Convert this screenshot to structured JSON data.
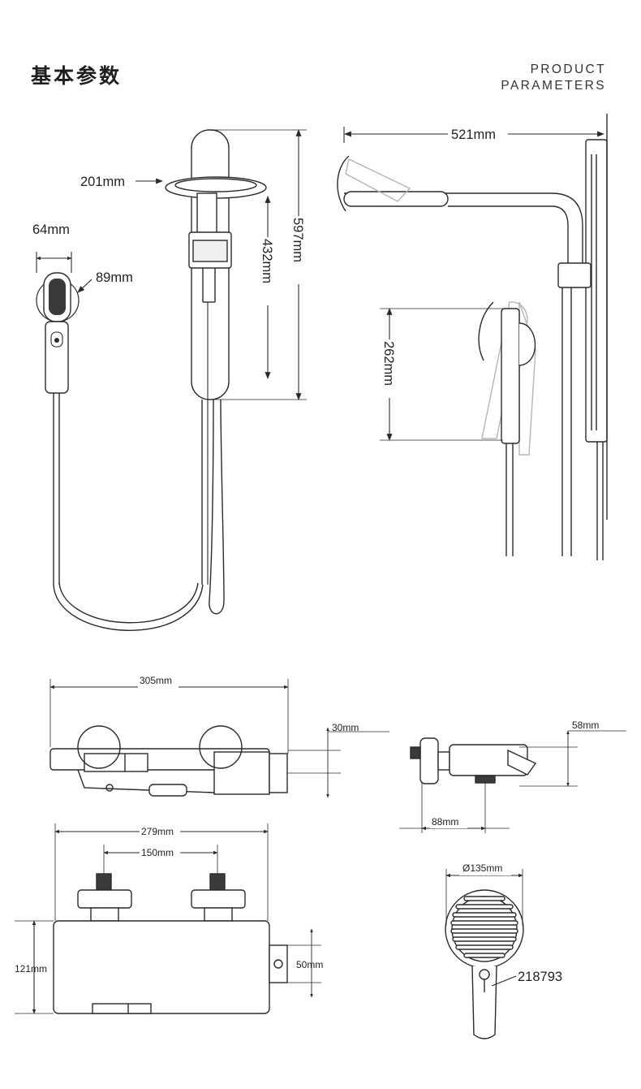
{
  "header": {
    "title_cn": "基本参数",
    "title_en_line1": "PRODUCT",
    "title_en_line2": "PARAMETERS"
  },
  "dimensions": {
    "head_width": "201mm",
    "handle_width": "64mm",
    "handle_head": "89mm",
    "holder_height": "432mm",
    "total_height": "597mm",
    "arm_length": "521mm",
    "swivel_height": "262mm",
    "mixer_length": "305mm",
    "mixer_depth_front": "30mm",
    "mixer_side_depth": "58mm",
    "mixer_side_width": "88mm",
    "mixer_body_length": "279mm",
    "inlet_spacing": "150mm",
    "mixer_height": "121mm",
    "outlet_height": "50mm",
    "handshower_diameter": "Ø135mm",
    "model_number": "218793"
  },
  "colors": {
    "line": "#2a2a2a",
    "ghost": "#b5b5b5",
    "panel": "#9aa0a6"
  }
}
